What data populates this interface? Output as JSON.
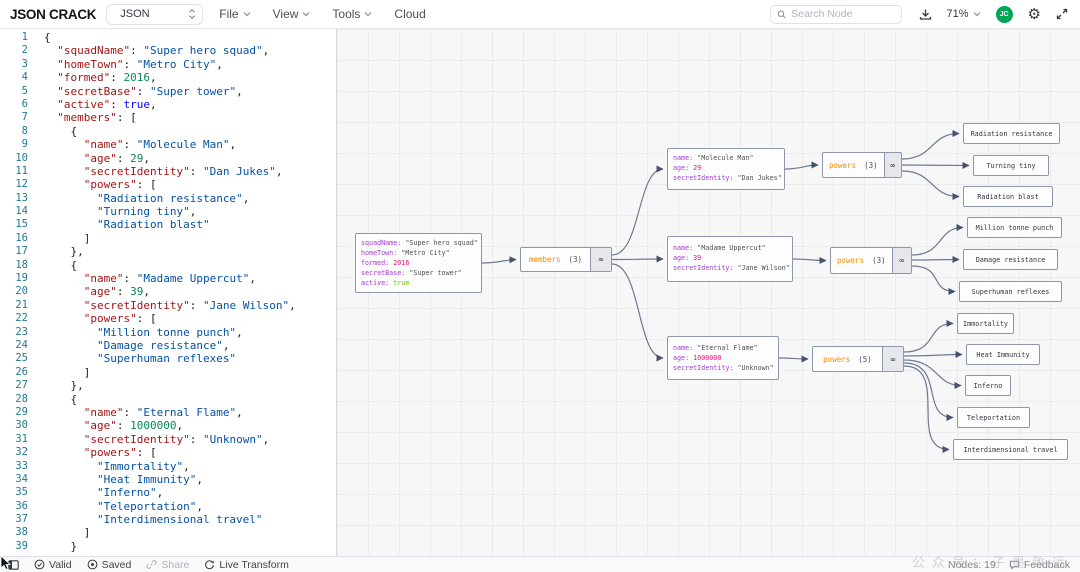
{
  "toolbar": {
    "logo": "JSON CRACK",
    "format_select": "JSON",
    "menus": {
      "file": "File",
      "view": "View",
      "tools": "Tools",
      "cloud": "Cloud"
    },
    "search_placeholder": "Search Node",
    "zoom_level": "71%",
    "avatar_initials": "JC"
  },
  "colors": {
    "accent-green": "#00A656",
    "editor-key": "#A31515",
    "editor-string": "#0451A5",
    "editor-number": "#098658",
    "editor-bool": "#0000FF",
    "node-key": "#A13BCE",
    "node-string": "#4D5156",
    "node-number": "#E2187C",
    "node-bool": "#74B816",
    "node-parent": "#F08C00"
  },
  "icons": {
    "link": "∞",
    "gear": "⚙"
  },
  "editor": {
    "lines": [
      [
        {
          "t": "{",
          "c": "p"
        }
      ],
      [
        {
          "t": "  ",
          "c": "p"
        },
        {
          "t": "\"squadName\"",
          "c": "k"
        },
        {
          "t": ": ",
          "c": "p"
        },
        {
          "t": "\"Super hero squad\"",
          "c": "s"
        },
        {
          "t": ",",
          "c": "p"
        }
      ],
      [
        {
          "t": "  ",
          "c": "p"
        },
        {
          "t": "\"homeTown\"",
          "c": "k"
        },
        {
          "t": ": ",
          "c": "p"
        },
        {
          "t": "\"Metro City\"",
          "c": "s"
        },
        {
          "t": ",",
          "c": "p"
        }
      ],
      [
        {
          "t": "  ",
          "c": "p"
        },
        {
          "t": "\"formed\"",
          "c": "k"
        },
        {
          "t": ": ",
          "c": "p"
        },
        {
          "t": "2016",
          "c": "n"
        },
        {
          "t": ",",
          "c": "p"
        }
      ],
      [
        {
          "t": "  ",
          "c": "p"
        },
        {
          "t": "\"secretBase\"",
          "c": "k"
        },
        {
          "t": ": ",
          "c": "p"
        },
        {
          "t": "\"Super tower\"",
          "c": "s"
        },
        {
          "t": ",",
          "c": "p"
        }
      ],
      [
        {
          "t": "  ",
          "c": "p"
        },
        {
          "t": "\"active\"",
          "c": "k"
        },
        {
          "t": ": ",
          "c": "p"
        },
        {
          "t": "true",
          "c": "b"
        },
        {
          "t": ",",
          "c": "p"
        }
      ],
      [
        {
          "t": "  ",
          "c": "p"
        },
        {
          "t": "\"members\"",
          "c": "k"
        },
        {
          "t": ": [",
          "c": "p"
        }
      ],
      [
        {
          "t": "    {",
          "c": "p"
        }
      ],
      [
        {
          "t": "      ",
          "c": "p"
        },
        {
          "t": "\"name\"",
          "c": "k"
        },
        {
          "t": ": ",
          "c": "p"
        },
        {
          "t": "\"Molecule Man\"",
          "c": "s"
        },
        {
          "t": ",",
          "c": "p"
        }
      ],
      [
        {
          "t": "      ",
          "c": "p"
        },
        {
          "t": "\"age\"",
          "c": "k"
        },
        {
          "t": ": ",
          "c": "p"
        },
        {
          "t": "29",
          "c": "n"
        },
        {
          "t": ",",
          "c": "p"
        }
      ],
      [
        {
          "t": "      ",
          "c": "p"
        },
        {
          "t": "\"secretIdentity\"",
          "c": "k"
        },
        {
          "t": ": ",
          "c": "p"
        },
        {
          "t": "\"Dan Jukes\"",
          "c": "s"
        },
        {
          "t": ",",
          "c": "p"
        }
      ],
      [
        {
          "t": "      ",
          "c": "p"
        },
        {
          "t": "\"powers\"",
          "c": "k"
        },
        {
          "t": ": [",
          "c": "p"
        }
      ],
      [
        {
          "t": "        ",
          "c": "p"
        },
        {
          "t": "\"Radiation resistance\"",
          "c": "s"
        },
        {
          "t": ",",
          "c": "p"
        }
      ],
      [
        {
          "t": "        ",
          "c": "p"
        },
        {
          "t": "\"Turning tiny\"",
          "c": "s"
        },
        {
          "t": ",",
          "c": "p"
        }
      ],
      [
        {
          "t": "        ",
          "c": "p"
        },
        {
          "t": "\"Radiation blast\"",
          "c": "s"
        }
      ],
      [
        {
          "t": "      ]",
          "c": "p"
        }
      ],
      [
        {
          "t": "    },",
          "c": "p"
        }
      ],
      [
        {
          "t": "    {",
          "c": "p"
        }
      ],
      [
        {
          "t": "      ",
          "c": "p"
        },
        {
          "t": "\"name\"",
          "c": "k"
        },
        {
          "t": ": ",
          "c": "p"
        },
        {
          "t": "\"Madame Uppercut\"",
          "c": "s"
        },
        {
          "t": ",",
          "c": "p"
        }
      ],
      [
        {
          "t": "      ",
          "c": "p"
        },
        {
          "t": "\"age\"",
          "c": "k"
        },
        {
          "t": ": ",
          "c": "p"
        },
        {
          "t": "39",
          "c": "n"
        },
        {
          "t": ",",
          "c": "p"
        }
      ],
      [
        {
          "t": "      ",
          "c": "p"
        },
        {
          "t": "\"secretIdentity\"",
          "c": "k"
        },
        {
          "t": ": ",
          "c": "p"
        },
        {
          "t": "\"Jane Wilson\"",
          "c": "s"
        },
        {
          "t": ",",
          "c": "p"
        }
      ],
      [
        {
          "t": "      ",
          "c": "p"
        },
        {
          "t": "\"powers\"",
          "c": "k"
        },
        {
          "t": ": [",
          "c": "p"
        }
      ],
      [
        {
          "t": "        ",
          "c": "p"
        },
        {
          "t": "\"Million tonne punch\"",
          "c": "s"
        },
        {
          "t": ",",
          "c": "p"
        }
      ],
      [
        {
          "t": "        ",
          "c": "p"
        },
        {
          "t": "\"Damage resistance\"",
          "c": "s"
        },
        {
          "t": ",",
          "c": "p"
        }
      ],
      [
        {
          "t": "        ",
          "c": "p"
        },
        {
          "t": "\"Superhuman reflexes\"",
          "c": "s"
        }
      ],
      [
        {
          "t": "      ]",
          "c": "p"
        }
      ],
      [
        {
          "t": "    },",
          "c": "p"
        }
      ],
      [
        {
          "t": "    {",
          "c": "p"
        }
      ],
      [
        {
          "t": "      ",
          "c": "p"
        },
        {
          "t": "\"name\"",
          "c": "k"
        },
        {
          "t": ": ",
          "c": "p"
        },
        {
          "t": "\"Eternal Flame\"",
          "c": "s"
        },
        {
          "t": ",",
          "c": "p"
        }
      ],
      [
        {
          "t": "      ",
          "c": "p"
        },
        {
          "t": "\"age\"",
          "c": "k"
        },
        {
          "t": ": ",
          "c": "p"
        },
        {
          "t": "1000000",
          "c": "n"
        },
        {
          "t": ",",
          "c": "p"
        }
      ],
      [
        {
          "t": "      ",
          "c": "p"
        },
        {
          "t": "\"secretIdentity\"",
          "c": "k"
        },
        {
          "t": ": ",
          "c": "p"
        },
        {
          "t": "\"Unknown\"",
          "c": "s"
        },
        {
          "t": ",",
          "c": "p"
        }
      ],
      [
        {
          "t": "      ",
          "c": "p"
        },
        {
          "t": "\"powers\"",
          "c": "k"
        },
        {
          "t": ": [",
          "c": "p"
        }
      ],
      [
        {
          "t": "        ",
          "c": "p"
        },
        {
          "t": "\"Immortality\"",
          "c": "s"
        },
        {
          "t": ",",
          "c": "p"
        }
      ],
      [
        {
          "t": "        ",
          "c": "p"
        },
        {
          "t": "\"Heat Immunity\"",
          "c": "s"
        },
        {
          "t": ",",
          "c": "p"
        }
      ],
      [
        {
          "t": "        ",
          "c": "p"
        },
        {
          "t": "\"Inferno\"",
          "c": "s"
        },
        {
          "t": ",",
          "c": "p"
        }
      ],
      [
        {
          "t": "        ",
          "c": "p"
        },
        {
          "t": "\"Teleportation\"",
          "c": "s"
        },
        {
          "t": ",",
          "c": "p"
        }
      ],
      [
        {
          "t": "        ",
          "c": "p"
        },
        {
          "t": "\"Interdimensional travel\"",
          "c": "s"
        }
      ],
      [
        {
          "t": "      ]",
          "c": "p"
        }
      ],
      [
        {
          "t": "    }",
          "c": "p"
        }
      ]
    ]
  },
  "graph": {
    "root": {
      "rows": [
        {
          "k": "squadName",
          "v": "\"Super hero squad\"",
          "t": "str"
        },
        {
          "k": "homeTown",
          "v": "\"Metro City\"",
          "t": "str"
        },
        {
          "k": "formed",
          "v": "2016",
          "t": "num"
        },
        {
          "k": "secretBase",
          "v": "\"Super tower\"",
          "t": "str"
        },
        {
          "k": "active",
          "v": "true",
          "t": "bool"
        }
      ]
    },
    "members": {
      "label": "members",
      "count": "(3)"
    },
    "member1": {
      "rows": [
        {
          "k": "name",
          "v": "\"Molecule Man\"",
          "t": "str"
        },
        {
          "k": "age",
          "v": "29",
          "t": "num"
        },
        {
          "k": "secretIdentity",
          "v": "\"Dan Jukes\"",
          "t": "str"
        }
      ]
    },
    "powers1": {
      "label": "powers",
      "count": "(3)",
      "leaves": [
        "Radiation resistance",
        "Turning tiny",
        "Radiation blast"
      ]
    },
    "member2": {
      "rows": [
        {
          "k": "name",
          "v": "\"Madame Uppercut\"",
          "t": "str"
        },
        {
          "k": "age",
          "v": "39",
          "t": "num"
        },
        {
          "k": "secretIdentity",
          "v": "\"Jane Wilson\"",
          "t": "str"
        }
      ]
    },
    "powers2": {
      "label": "powers",
      "count": "(3)",
      "leaves": [
        "Million tonne punch",
        "Damage resistance",
        "Superhuman reflexes"
      ]
    },
    "member3": {
      "rows": [
        {
          "k": "name",
          "v": "\"Eternal Flame\"",
          "t": "str"
        },
        {
          "k": "age",
          "v": "1000000",
          "t": "num"
        },
        {
          "k": "secretIdentity",
          "v": "\"Unknown\"",
          "t": "str"
        }
      ]
    },
    "powers3": {
      "label": "powers",
      "count": "(5)",
      "leaves": [
        "Immortality",
        "Heat Immunity",
        "Inferno",
        "Teleportation",
        "Interdimensional travel"
      ]
    }
  },
  "statusbar": {
    "valid": "Valid",
    "saved": "Saved",
    "share": "Share",
    "live_transform": "Live Transform",
    "nodes_count": "Nodes: 19",
    "feedback": "Feedback"
  },
  "watermark": "公众号：子墨致远"
}
